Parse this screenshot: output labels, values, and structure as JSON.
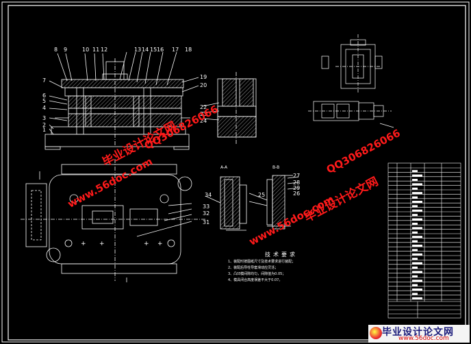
{
  "part_numbers_top": [
    "8",
    "9",
    "10",
    "11",
    "12",
    "13",
    "14",
    "15",
    "16",
    "17",
    "18"
  ],
  "part_numbers_right": [
    "19",
    "20",
    "22",
    "23",
    "24"
  ],
  "part_numbers_left": [
    "7",
    "6",
    "5",
    "4",
    "3",
    "2",
    "1"
  ],
  "part_numbers_section": [
    "27",
    "28",
    "29",
    "26",
    "25",
    "34",
    "33",
    "32",
    "31"
  ],
  "section_labels": {
    "aa": "A-A",
    "bb": "B-B"
  },
  "tech_requirements": {
    "title": "技术要求",
    "notes": [
      "1、装配时按图纸尺寸及技术要求进行装配；",
      "2、装配后导柱导套滑动应灵活；",
      "3、凸凹模间隙均匀，间隙值为0.05；",
      "4、模具闭合高度误差不大于0.07。"
    ]
  },
  "watermarks": {
    "cn": "毕业设计论文网",
    "url": "www.56doc.com",
    "qq": "QQ306826066"
  },
  "banner": {
    "cn": "毕业设计论文网",
    "url": "www.56doc.com"
  },
  "colors": {
    "background": "#000000",
    "lines": "#ffffff",
    "watermark": "#ff1a1a"
  }
}
